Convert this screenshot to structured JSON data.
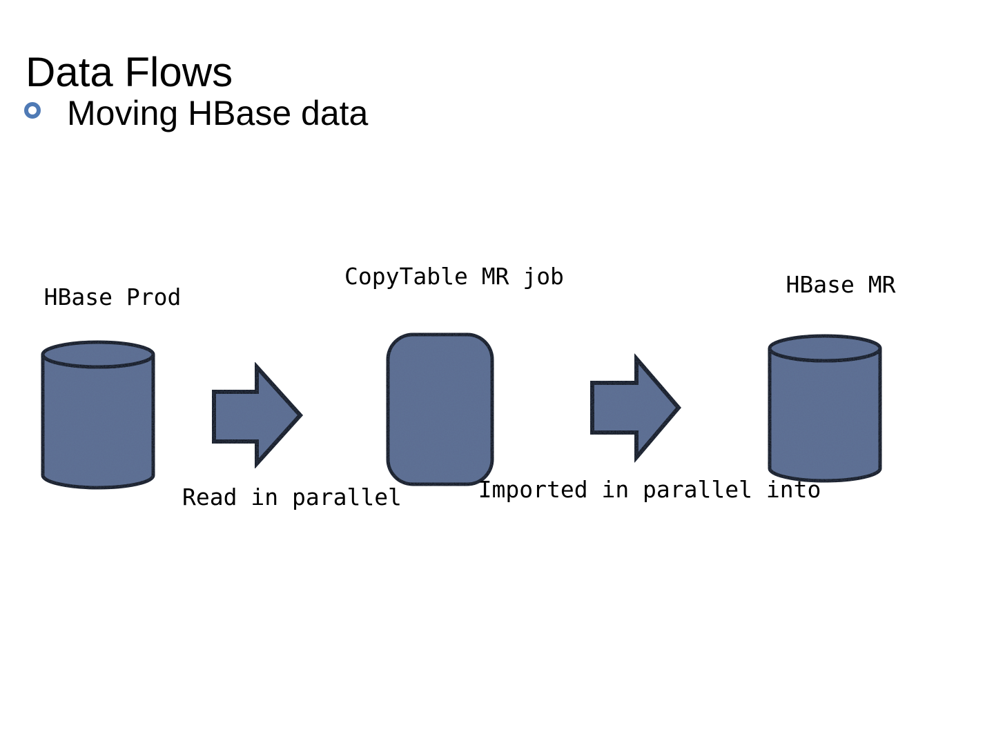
{
  "slide": {
    "title": "Data Flows",
    "bullet": "Moving HBase data"
  },
  "diagram": {
    "nodes": [
      {
        "id": "hbase-prod",
        "shape": "cylinder",
        "label": "HBase Prod"
      },
      {
        "id": "copytable-mr-job",
        "shape": "rounded-rectangle",
        "label": "CopyTable MR job"
      },
      {
        "id": "hbase-mr",
        "shape": "cylinder",
        "label": "HBase MR"
      }
    ],
    "edges": [
      {
        "from": "hbase-prod",
        "to": "copytable-mr-job",
        "label": "Read in parallel"
      },
      {
        "from": "copytable-mr-job",
        "to": "hbase-mr",
        "label": "Imported in parallel into"
      }
    ]
  },
  "colors": {
    "shape_fill": "#5e7195",
    "shape_stroke": "#000000",
    "bullet_ring": "#4f7ab5",
    "background": "#ffffff",
    "text": "#000000"
  }
}
